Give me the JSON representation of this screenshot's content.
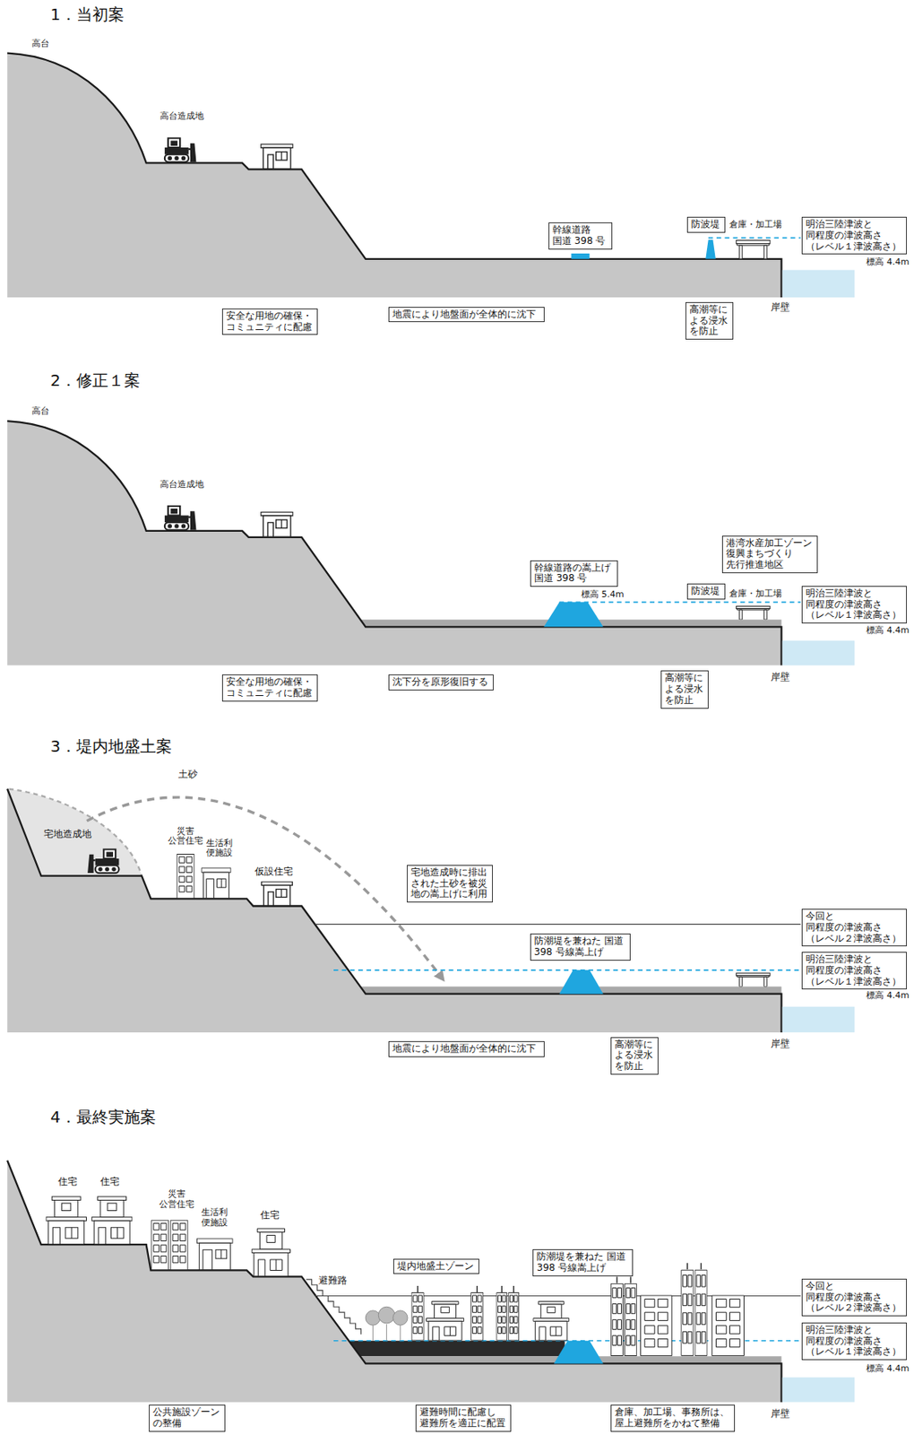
{
  "diagram": {
    "nodes": [
      {
        "text": [
          "幹線道路 国道 398 号"
        ]
      },
      {
        "text": [
          "防波堤"
        ]
      },
      {
        "text": [
          "明治三陸津波と 同程度の津波高さ （レベル１津波高さ）"
        ]
      },
      {
        "text": [
          "安全な用地の確保・ コミュニティに配慮"
        ]
      },
      {
        "text": [
          "地震により地盤面が全体的に沈下"
        ]
      },
      {
        "text": [
          "高潮等に よる浸水 を防止"
        ]
      },
      {
        "text": [
          "幹線道路の嵩上げ 国道 398 号"
        ]
      },
      {
        "text": [
          "港湾水産加工ゾーン 復興まちづくり 先行推進地区"
        ]
      },
      {
        "text": [
          "防波堤"
        ]
      },
      {
        "text": [
          "明治三陸津波と 同程度の津波高さ （レベル１津波高さ）"
        ]
      },
      {
        "text": [
          "安全な用地の確保・ コミュニティに配慮"
        ]
      },
      {
        "text": [
          "沈下分を原形復旧する"
        ]
      },
      {
        "text": [
          "高潮等に よる浸水 を防止"
        ]
      },
      {
        "text": [
          "宅地造成時に排出 された土砂を被災 地の嵩上げに利用"
        ]
      },
      {
        "text": [
          "防潮堤を兼ねた 国道 398 号線嵩上げ"
        ]
      },
      {
        "text": [
          "今回と 同程度の津波高さ （レベル２津波高さ）"
        ]
      },
      {
        "text": [
          "明治三陸津波と 同程度の津波高さ （レベル１津波高さ）"
        ]
      },
      {
        "text": [
          "地震により地盤面が全体的に沈下"
        ]
      },
      {
        "text": [
          "高潮等に よる浸水 を防止"
        ]
      },
      {
        "text": [
          "堤内地盛土ゾーン"
        ]
      },
      {
        "text": [
          "防潮堤を兼ねた 国道 398 号線嵩上げ"
        ]
      },
      {
        "text": [
          "今回と 同程度の津波高さ （レベル２津波高さ）"
        ]
      },
      {
        "text": [
          "明治三陸津波と 同程度の津波高さ （レベル１津波高さ）"
        ]
      },
      {
        "text": [
          "公共施設ゾーン の整備"
        ]
      },
      {
        "text": [
          "避難時間に配慮し 避難所を適正に配置"
        ]
      },
      {
        "text": [
          "倉庫、加工場、事務所は、 屋上避難所をかねて整備"
        ]
      }
    ],
    "labels": [
      "1．当初案",
      "高台",
      "高台造成地",
      "倉庫・加工場",
      "標高 4.4m",
      "岸壁",
      "2．修正１案",
      "高台",
      "高台造成地",
      "標高 5.4m",
      "倉庫・加工場",
      "標高 4.4m",
      "岸壁",
      "3．堤内地盛土案",
      "土砂",
      "宅地造成地",
      "災害 公営住宅",
      "生活利 便施設",
      "仮設住宅",
      "標高 4.4m",
      "岸壁",
      "4．最終実施案",
      "住宅",
      "住宅",
      "災害 公営住宅",
      "生活利 便施設",
      "住宅",
      "避難路",
      "標高 4.4m",
      "岸壁"
    ]
  }
}
